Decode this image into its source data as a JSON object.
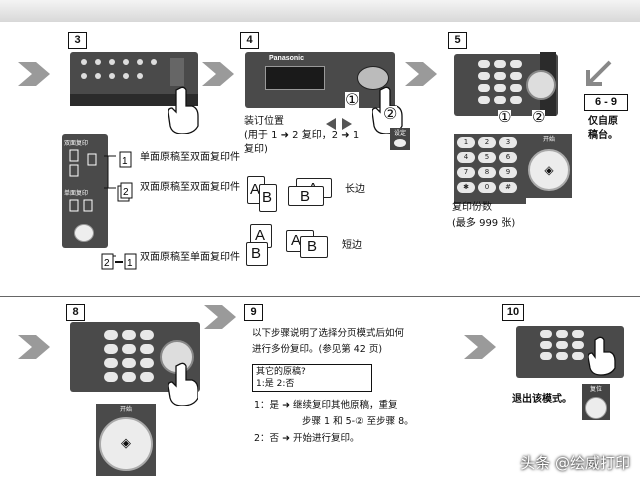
{
  "steps": {
    "s3": "3",
    "s4": "4",
    "s5": "5",
    "s6to9": "6 - 9",
    "s8": "8",
    "s9": "9",
    "s10": "10"
  },
  "step3": {
    "panel_dual_label": "双面复印",
    "panel_single_label": "单面复印",
    "opt1": "单面原稿至双面复印件",
    "opt2": "双面原稿至双面复印件",
    "opt3": "双面原稿至单面复印件"
  },
  "step4": {
    "brand": "Panasonic",
    "title": "装订位置",
    "line2": "(用于 1 ➜ 2 复印，2 ➜ 1",
    "line3": "复印)",
    "set_button": "设定",
    "long_edge": "长边",
    "short_edge": "短边",
    "callout1": "①",
    "callout2": "②"
  },
  "step5": {
    "keys": [
      "1",
      "2",
      "3",
      "4",
      "5",
      "6",
      "7",
      "8",
      "9",
      "✱",
      "0",
      "#"
    ],
    "start_label": "开始",
    "count_label": "复印份数",
    "count_range": "(最多 999 张)",
    "callout1": "①",
    "callout2": "②"
  },
  "step6": {
    "line1": "仅自原",
    "line2": "稿台。"
  },
  "step8": {
    "start_label": "开始"
  },
  "step9": {
    "intro1": "以下步骤说明了选择分页模式后如何",
    "intro2": "进行多份复印。(参见第 42 页)",
    "lcd1": "其它的原稿?",
    "lcd2": "1:是 2:否",
    "opt1a": "1：是 ➜ 继续复印其他原稿，重复",
    "opt1b": "步骤 1 和 5-② 至步骤 8。",
    "opt2": "2：否 ➜ 开始进行复印。"
  },
  "step10": {
    "text": "退出该模式。",
    "reset_label": "复位"
  },
  "watermark": "头条 @绘威打印",
  "colors": {
    "panel": "#4a4a4a",
    "panel_dark": "#2b2b2b",
    "chevron": "#9a9a9a",
    "key": "#e8e8e8"
  }
}
